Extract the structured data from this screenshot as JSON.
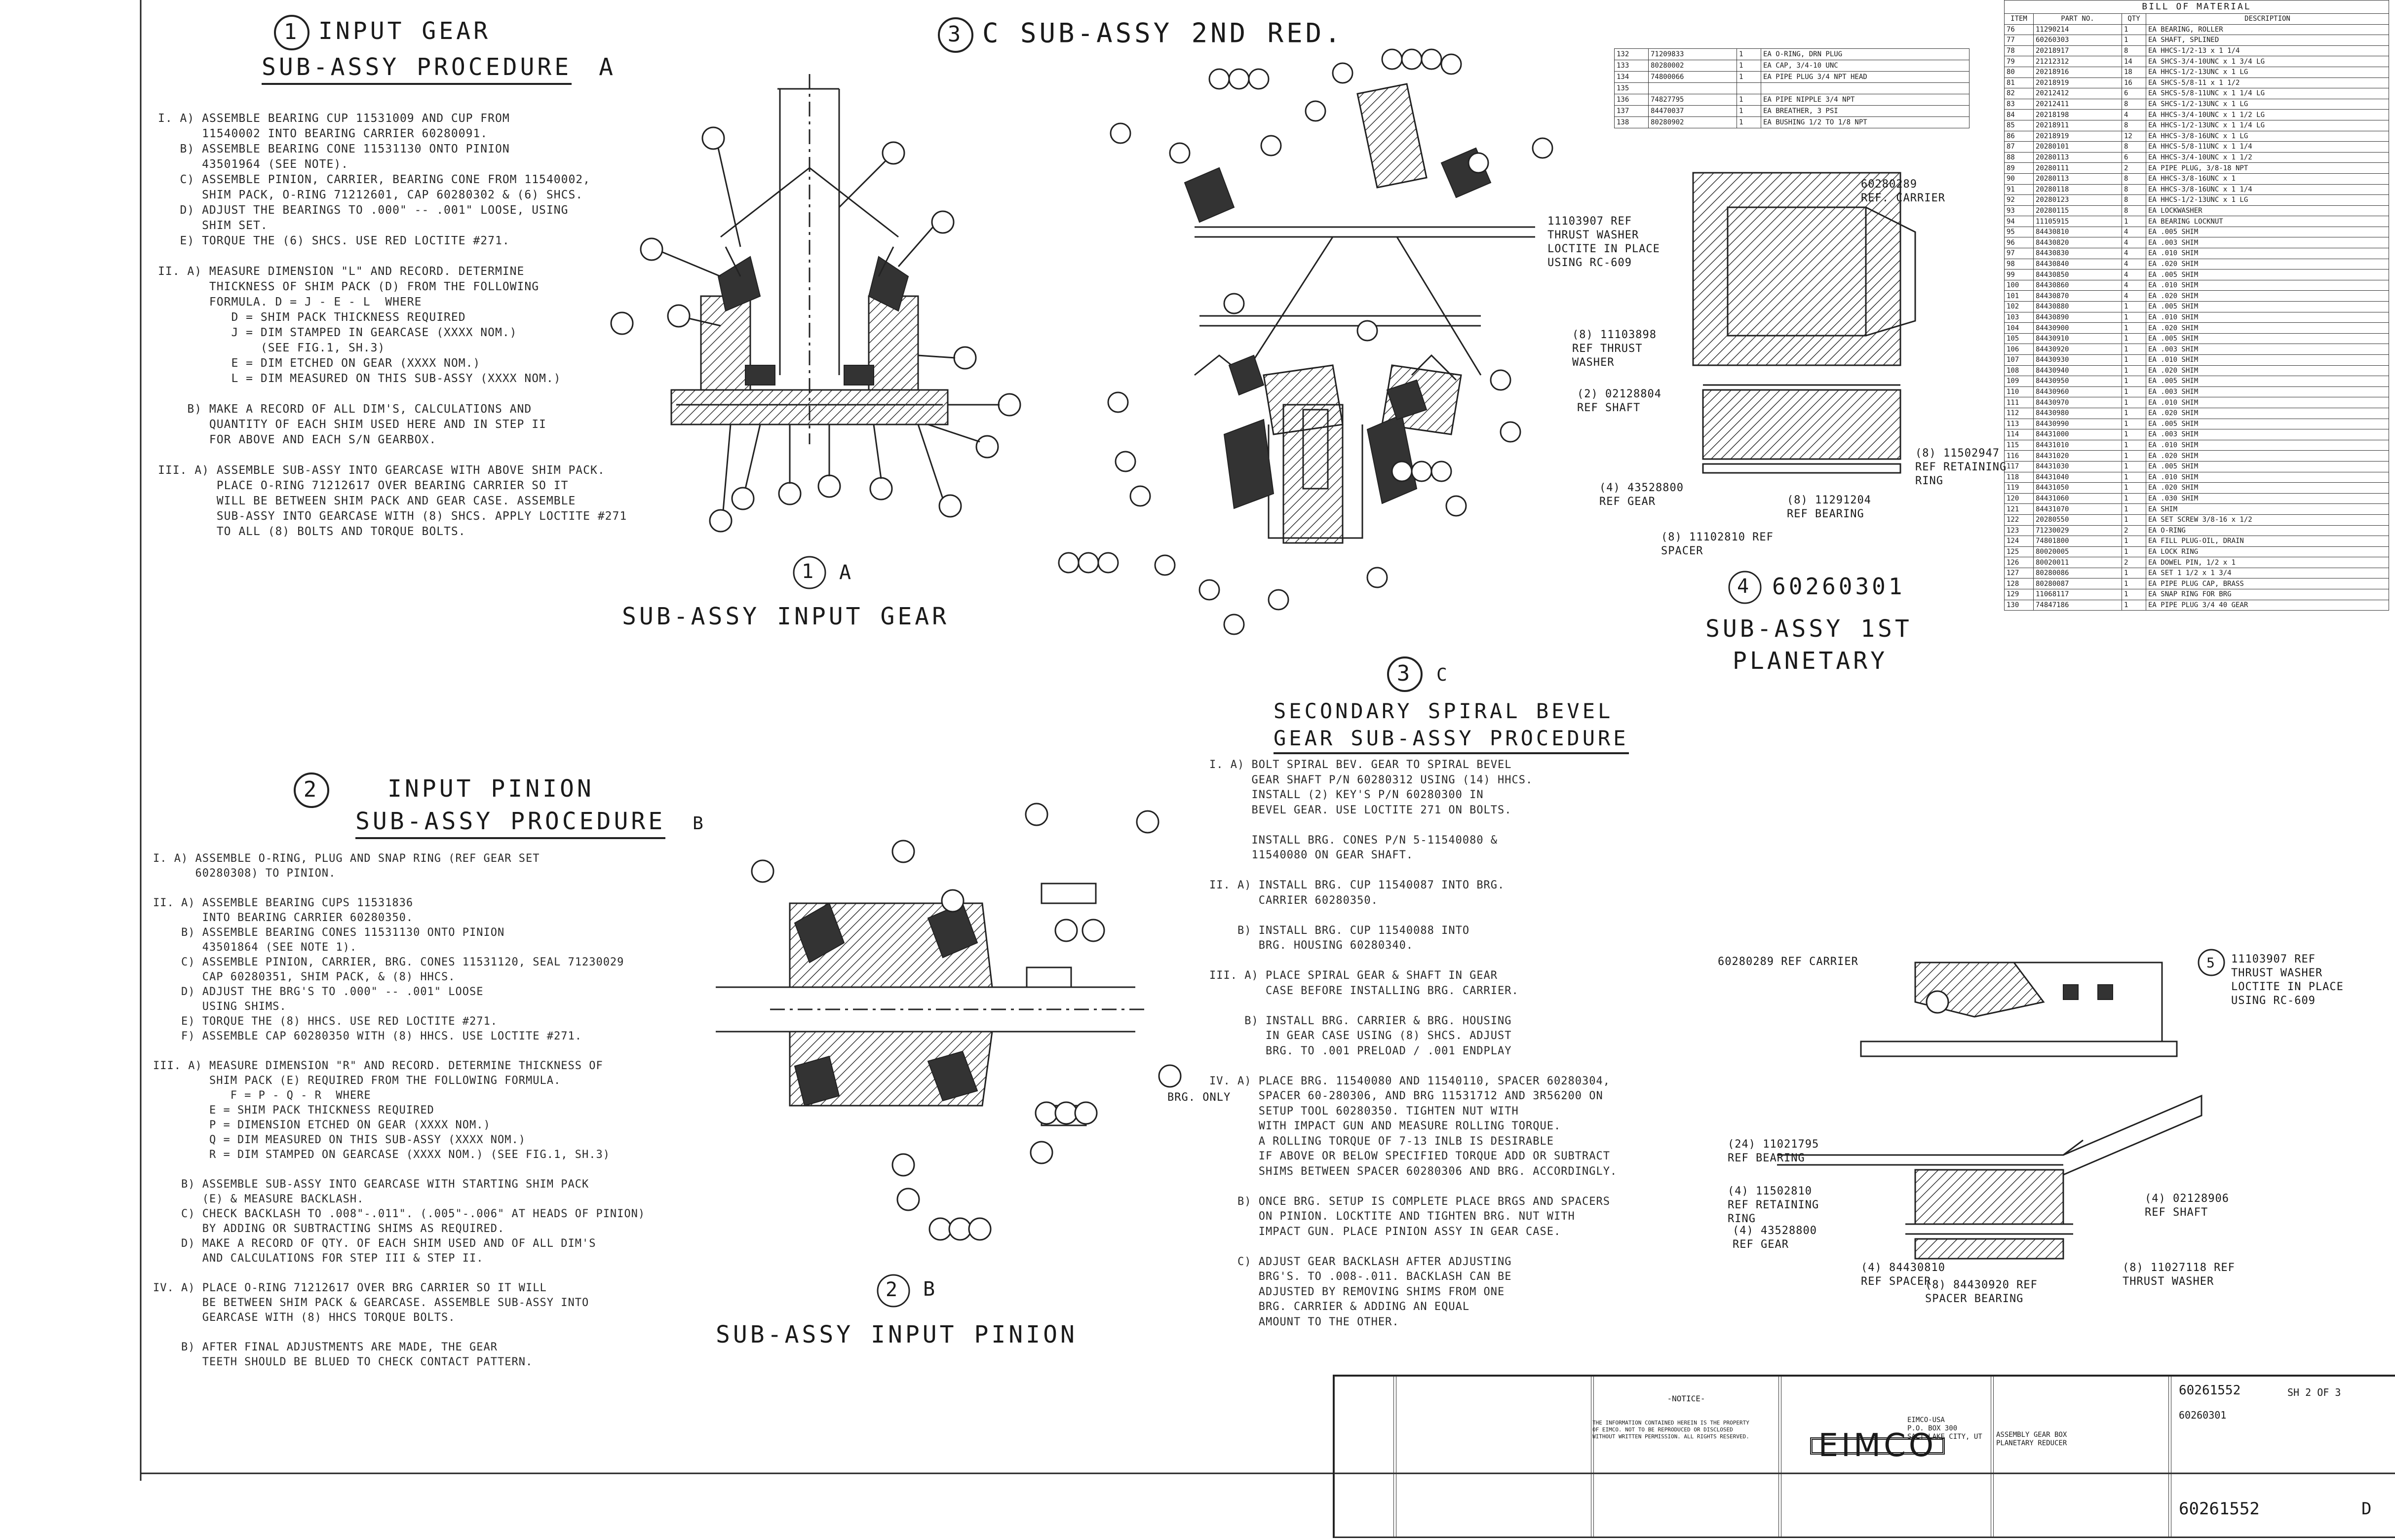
{
  "sections": {
    "s1": {
      "num": "1",
      "title": "INPUT GEAR",
      "subtitle": "SUB-ASSY PROCEDURE",
      "letter": "A"
    },
    "s3top": {
      "num": "3",
      "title": "C  SUB-ASSY 2ND RED."
    },
    "s2": {
      "num": "2",
      "title": "INPUT PINION",
      "subtitle": "SUB-ASSY PROCEDURE",
      "letter": "B"
    },
    "s3sec": {
      "num": "3",
      "letter": "C",
      "title": "SECONDARY SPIRAL BEVEL",
      "subtitle": "GEAR SUB-ASSY PROCEDURE"
    }
  },
  "proc1": "I. A) ASSEMBLE BEARING CUP 11531009 AND CUP FROM\n      11540002 INTO BEARING CARRIER 60280091.\n   B) ASSEMBLE BEARING CONE 11531130 ONTO PINION\n      43501964 (SEE NOTE).\n   C) ASSEMBLE PINION, CARRIER, BEARING CONE FROM 11540002,\n      SHIM PACK, O-RING 71212601, CAP 60280302 & (6) SHCS.\n   D) ADJUST THE BEARINGS TO .000\" -- .001\" LOOSE, USING\n      SHIM SET.\n   E) TORQUE THE (6) SHCS. USE RED LOCTITE #271.\n\nII. A) MEASURE DIMENSION \"L\" AND RECORD. DETERMINE\n       THICKNESS OF SHIM PACK (D) FROM THE FOLLOWING\n       FORMULA. D = J - E - L  WHERE\n          D = SHIM PACK THICKNESS REQUIRED\n          J = DIM STAMPED IN GEARCASE (XXXX NOM.)\n              (SEE FIG.1, SH.3)\n          E = DIM ETCHED ON GEAR (XXXX NOM.)\n          L = DIM MEASURED ON THIS SUB-ASSY (XXXX NOM.)\n\n    B) MAKE A RECORD OF ALL DIM'S, CALCULATIONS AND\n       QUANTITY OF EACH SHIM USED HERE AND IN STEP II\n       FOR ABOVE AND EACH S/N GEARBOX.\n\nIII. A) ASSEMBLE SUB-ASSY INTO GEARCASE WITH ABOVE SHIM PACK.\n        PLACE O-RING 71212617 OVER BEARING CARRIER SO IT\n        WILL BE BETWEEN SHIM PACK AND GEAR CASE. ASSEMBLE\n        SUB-ASSY INTO GEARCASE WITH (8) SHCS. APPLY LOCTITE #271\n        TO ALL (8) BOLTS AND TORQUE BOLTS.",
  "proc2": "I. A) ASSEMBLE O-RING, PLUG AND SNAP RING (REF GEAR SET\n      60280308) TO PINION.\n\nII. A) ASSEMBLE BEARING CUPS 11531836\n       INTO BEARING CARRIER 60280350.\n    B) ASSEMBLE BEARING CONES 11531130 ONTO PINION\n       43501864 (SEE NOTE 1).\n    C) ASSEMBLE PINION, CARRIER, BRG. CONES 11531120, SEAL 71230029\n       CAP 60280351, SHIM PACK, & (8) HHCS.\n    D) ADJUST THE BRG'S TO .000\" -- .001\" LOOSE\n       USING SHIMS.\n    E) TORQUE THE (8) HHCS. USE RED LOCTITE #271.\n    F) ASSEMBLE CAP 60280350 WITH (8) HHCS. USE LOCTITE #271.\n\nIII. A) MEASURE DIMENSION \"R\" AND RECORD. DETERMINE THICKNESS OF\n        SHIM PACK (E) REQUIRED FROM THE FOLLOWING FORMULA.\n           F = P - Q - R  WHERE\n        E = SHIM PACK THICKNESS REQUIRED\n        P = DIMENSION ETCHED ON GEAR (XXXX NOM.)\n        Q = DIM MEASURED ON THIS SUB-ASSY (XXXX NOM.)\n        R = DIM STAMPED ON GEARCASE (XXXX NOM.) (SEE FIG.1, SH.3)\n\n    B) ASSEMBLE SUB-ASSY INTO GEARCASE WITH STARTING SHIM PACK\n       (E) & MEASURE BACKLASH.\n    C) CHECK BACKLASH TO .008\"-.011\". (.005\"-.006\" AT HEADS OF PINION)\n       BY ADDING OR SUBTRACTING SHIMS AS REQUIRED.\n    D) MAKE A RECORD OF QTY. OF EACH SHIM USED AND OF ALL DIM'S\n       AND CALCULATIONS FOR STEP III & STEP II.\n\nIV. A) PLACE O-RING 71212617 OVER BRG CARRIER SO IT WILL\n       BE BETWEEN SHIM PACK & GEARCASE. ASSEMBLE SUB-ASSY INTO\n       GEARCASE WITH (8) HHCS TORQUE BOLTS.\n\n    B) AFTER FINAL ADJUSTMENTS ARE MADE, THE GEAR\n       TEETH SHOULD BE BLUED TO CHECK CONTACT PATTERN.",
  "proc3": "I. A) BOLT SPIRAL BEV. GEAR TO SPIRAL BEVEL\n      GEAR SHAFT P/N 60280312 USING (14) HHCS.\n      INSTALL (2) KEY'S P/N 60280300 IN\n      BEVEL GEAR. USE LOCTITE 271 ON BOLTS.\n\n      INSTALL BRG. CONES P/N 5-11540080 &\n      11540080 ON GEAR SHAFT.\n\nII. A) INSTALL BRG. CUP 11540087 INTO BRG.\n       CARRIER 60280350.\n\n    B) INSTALL BRG. CUP 11540088 INTO\n       BRG. HOUSING 60280340.\n\nIII. A) PLACE SPIRAL GEAR & SHAFT IN GEAR\n        CASE BEFORE INSTALLING BRG. CARRIER.\n\n     B) INSTALL BRG. CARRIER & BRG. HOUSING\n        IN GEAR CASE USING (8) SHCS. ADJUST\n        BRG. TO .001 PRELOAD / .001 ENDPLAY\n\nIV. A) PLACE BRG. 11540080 AND 11540110, SPACER 60280304,\n       SPACER 60-280306, AND BRG 11531712 AND 3R56200 ON\n       SETUP TOOL 60280350. TIGHTEN NUT WITH\n       WITH IMPACT GUN AND MEASURE ROLLING TORQUE.\n       A ROLLING TORQUE OF 7-13 INLB IS DESIRABLE\n       IF ABOVE OR BELOW SPECIFIED TORQUE ADD OR SUBTRACT\n       SHIMS BETWEEN SPACER 60280306 AND BRG. ACCORDINGLY.\n\n    B) ONCE BRG. SETUP IS COMPLETE PLACE BRGS AND SPACERS\n       ON PINION. LOCKTITE AND TIGHTEN BRG. NUT WITH\n       IMPACT GUN. PLACE PINION ASSY IN GEAR CASE.\n\n    C) ADJUST GEAR BACKLASH AFTER ADJUSTING\n       BRG'S. TO .008-.011. BACKLASH CAN BE\n       ADJUSTED BY REMOVING SHIMS FROM ONE\n       BRG. CARRIER & ADDING AN EQUAL\n       AMOUNT TO THE OTHER.",
  "view_labels": {
    "a_num": "1",
    "a_letter": "A",
    "a_name": "SUB-ASSY INPUT GEAR",
    "b_num": "2",
    "b_letter": "B",
    "b_name": "SUB-ASSY INPUT PINION",
    "p_num": "4",
    "p_code": "60260301",
    "p_name1": "SUB-ASSY 1ST",
    "p_name2": "PLANETARY",
    "brg_only": "BRG. ONLY"
  },
  "planetary_callouts": {
    "thrust": "11103907 REF\nTHRUST WASHER\nLOCTITE IN PLACE\nUSING RC-609",
    "carrier": "60280289\nREF. CARRIER",
    "washer2": "(8) 11103898\nREF THRUST\nWASHER",
    "shaft": "(2) 02128804\nREF SHAFT",
    "ring": "(8) 11502947\nREF RETAINING\nRING",
    "gear": "(4) 43528800\nREF GEAR",
    "bearing": "(8) 11291204\nREF BEARING",
    "spacer": "(8) 11102810 REF\nSPACER",
    "circ5_num": "5",
    "circ5_text": "11103907 REF\nTHRUST WASHER\nLOCTITE IN PLACE\nUSING RC-609",
    "carrier2": "60280289 REF CARRIER"
  },
  "lower_callouts": {
    "brg": "(24) 11021795\nREF BEARING",
    "ring": "(4) 11502810\nREF RETAINING\nRING",
    "shaft": "(4) 02128906\nREF SHAFT",
    "gear": "(4) 43528800\nREF GEAR",
    "spacer1": "(4) 84430810\nREF SPACER",
    "spacer2": "(8) 84430920 REF\nSPACER BEARING",
    "washer": "(8) 11027118 REF\nTHRUST WASHER"
  },
  "bom": {
    "title": "BILL OF MATERIAL",
    "headers": [
      "ITEM",
      "PART NO.",
      "QTY",
      "DESCRIPTION"
    ],
    "rows": [
      [
        "76",
        "11290214",
        "1",
        "EA BEARING, ROLLER"
      ],
      [
        "77",
        "60260303",
        "1",
        "EA SHAFT, SPLINED"
      ],
      [
        "78",
        "20218917",
        "8",
        "EA HHCS-1/2-13 x 1 1/4"
      ],
      [
        "79",
        "21212312",
        "14",
        "EA SHCS-3/4-10UNC x 1 3/4 LG"
      ],
      [
        "80",
        "20218916",
        "18",
        "EA HHCS-1/2-13UNC x 1 LG"
      ],
      [
        "81",
        "20218919",
        "16",
        "EA SHCS-5/8-11 x 1 1/2"
      ],
      [
        "82",
        "20212412",
        "6",
        "EA SHCS-5/8-11UNC x 1 1/4 LG"
      ],
      [
        "83",
        "20212411",
        "8",
        "EA SHCS-1/2-13UNC x 1 LG"
      ],
      [
        "84",
        "20218198",
        "4",
        "EA HHCS-3/4-10UNC x 1 1/2 LG"
      ],
      [
        "85",
        "20218911",
        "8",
        "EA HHCS-1/2-13UNC x 1 1/4 LG"
      ],
      [
        "86",
        "20218919",
        "12",
        "EA HHCS-3/8-16UNC x 1 LG"
      ],
      [
        "87",
        "20280101",
        "8",
        "EA HHCS-5/8-11UNC x 1 1/4"
      ],
      [
        "88",
        "20280113",
        "6",
        "EA HHCS-3/4-10UNC x 1 1/2"
      ],
      [
        "89",
        "20280111",
        "2",
        "EA PIPE PLUG, 3/8-18 NPT"
      ],
      [
        "90",
        "20280113",
        "8",
        "EA HHCS-3/8-16UNC x 1"
      ],
      [
        "91",
        "20280118",
        "8",
        "EA HHCS-3/8-16UNC x 1 1/4"
      ],
      [
        "92",
        "20280123",
        "8",
        "EA HHCS-1/2-13UNC x 1 LG"
      ],
      [
        "93",
        "20280115",
        "8",
        "EA LOCKWASHER"
      ],
      [
        "94",
        "11105915",
        "1",
        "EA BEARING LOCKNUT"
      ],
      [
        "95",
        "84430810",
        "4",
        "EA .005 SHIM"
      ],
      [
        "96",
        "84430820",
        "4",
        "EA .003 SHIM"
      ],
      [
        "97",
        "84430830",
        "4",
        "EA .010 SHIM"
      ],
      [
        "98",
        "84430840",
        "4",
        "EA .020 SHIM"
      ],
      [
        "99",
        "84430850",
        "4",
        "EA .005 SHIM"
      ],
      [
        "100",
        "84430860",
        "4",
        "EA .010 SHIM"
      ],
      [
        "101",
        "84430870",
        "4",
        "EA .020 SHIM"
      ],
      [
        "102",
        "84430880",
        "1",
        "EA .005 SHIM"
      ],
      [
        "103",
        "84430890",
        "1",
        "EA .010 SHIM"
      ],
      [
        "104",
        "84430900",
        "1",
        "EA .020 SHIM"
      ],
      [
        "105",
        "84430910",
        "1",
        "EA .005 SHIM"
      ],
      [
        "106",
        "84430920",
        "1",
        "EA .003 SHIM"
      ],
      [
        "107",
        "84430930",
        "1",
        "EA .010 SHIM"
      ],
      [
        "108",
        "84430940",
        "1",
        "EA .020 SHIM"
      ],
      [
        "109",
        "84430950",
        "1",
        "EA .005 SHIM"
      ],
      [
        "110",
        "84430960",
        "1",
        "EA .003 SHIM"
      ],
      [
        "111",
        "84430970",
        "1",
        "EA .010 SHIM"
      ],
      [
        "112",
        "84430980",
        "1",
        "EA .020 SHIM"
      ],
      [
        "113",
        "84430990",
        "1",
        "EA .005 SHIM"
      ],
      [
        "114",
        "84431000",
        "1",
        "EA .003 SHIM"
      ],
      [
        "115",
        "84431010",
        "1",
        "EA .010 SHIM"
      ],
      [
        "116",
        "84431020",
        "1",
        "EA .020 SHIM"
      ],
      [
        "117",
        "84431030",
        "1",
        "EA .005 SHIM"
      ],
      [
        "118",
        "84431040",
        "1",
        "EA .010 SHIM"
      ],
      [
        "119",
        "84431050",
        "1",
        "EA .020 SHIM"
      ],
      [
        "120",
        "84431060",
        "1",
        "EA .030 SHIM"
      ],
      [
        "121",
        "84431070",
        "1",
        "EA SHIM"
      ],
      [
        "122",
        "20280550",
        "1",
        "EA SET SCREW 3/8-16 x 1/2"
      ],
      [
        "123",
        "71230029",
        "2",
        "EA O-RING"
      ],
      [
        "124",
        "74801800",
        "1",
        "EA FILL PLUG-OIL, DRAIN"
      ],
      [
        "125",
        "80020005",
        "1",
        "EA LOCK RING"
      ],
      [
        "126",
        "80020011",
        "2",
        "EA DOWEL PIN, 1/2 x 1"
      ],
      [
        "127",
        "80280086",
        "1",
        "EA SET 1 1/2 x 1 3/4"
      ],
      [
        "128",
        "80280087",
        "1",
        "EA PIPE PLUG CAP, BRASS"
      ],
      [
        "129",
        "11068117",
        "1",
        "EA SNAP RING FOR BRG"
      ],
      [
        "130",
        "74847186",
        "1",
        "EA PIPE PLUG 3/4 40 GEAR"
      ]
    ]
  },
  "small_table": {
    "rows": [
      [
        "132",
        "71209833",
        "1",
        "EA O-RING, DRN PLUG"
      ],
      [
        "133",
        "80280002",
        "1",
        "EA CAP, 3/4-10 UNC"
      ],
      [
        "134",
        "74800066",
        "1",
        "EA PIPE PLUG 3/4 NPT HEAD"
      ],
      [
        "135",
        "",
        "",
        ""
      ],
      [
        "136",
        "74827795",
        "1",
        "EA PIPE NIPPLE 3/4 NPT"
      ],
      [
        "137",
        "84470037",
        "1",
        "EA BREATHER, 3 PSI"
      ],
      [
        "138",
        "80280902",
        "1",
        "EA BUSHING 1/2 TO 1/8 NPT"
      ]
    ]
  },
  "title_block": {
    "notice_title": "-NOTICE-",
    "notice_text": "THE INFORMATION CONTAINED HEREIN IS THE PROPERTY\nOF EIMCO. NOT TO BE REPRODUCED OR DISCLOSED\nWITHOUT WRITTEN PERMISSION. ALL RIGHTS RESERVED.",
    "company": "EIMCO",
    "company_addr": "EIMCO-USA\nP.O. BOX 300\nSALT LAKE CITY, UT",
    "drawing_title": "ASSEMBLY GEAR BOX\nPLANETARY REDUCER",
    "dwg_no": "60261552",
    "sheet": "SH 2 OF 3",
    "part_no": "60260301",
    "rev": "D"
  }
}
